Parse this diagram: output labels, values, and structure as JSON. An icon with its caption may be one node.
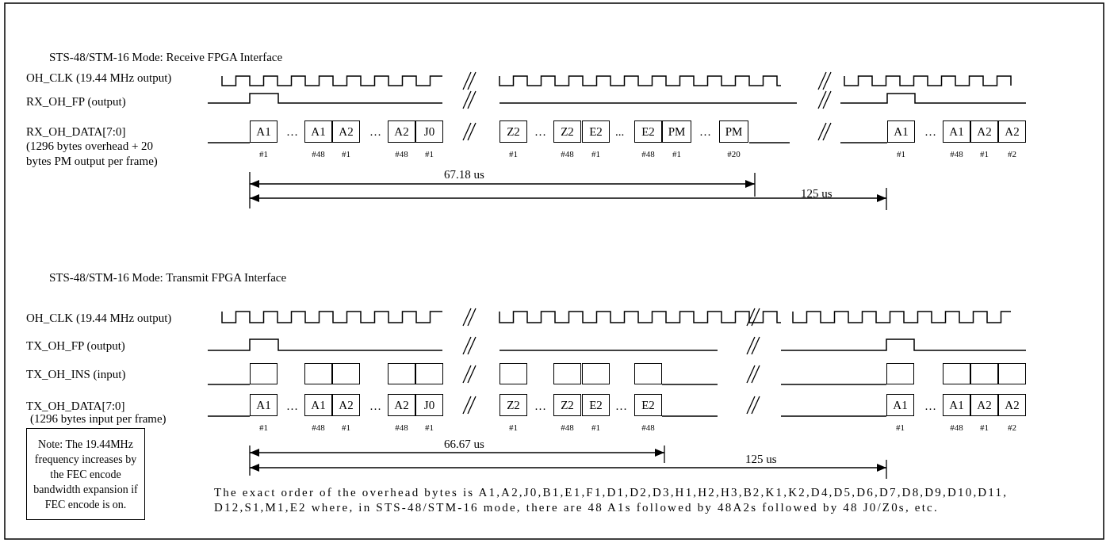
{
  "diagram": {
    "nodes": [
      {
        "text": [
          "A1"
        ],
        "beside": [
          "#1"
        ]
      },
      {
        "text": [
          "A1"
        ],
        "beside": [
          "#48"
        ]
      },
      {
        "text": [
          "A2"
        ],
        "beside": [
          "#1"
        ]
      },
      {
        "text": [
          "A2"
        ],
        "beside": [
          "#48"
        ]
      },
      {
        "text": [
          "J0"
        ],
        "beside": [
          "#1"
        ]
      },
      {
        "text": [
          "Z2"
        ],
        "beside": [
          "#1"
        ]
      },
      {
        "text": [
          "Z2"
        ],
        "beside": [
          "#48"
        ]
      },
      {
        "text": [
          "E2"
        ],
        "beside": [
          "#1"
        ]
      },
      {
        "text": [
          "E2"
        ],
        "beside": [
          "#48"
        ]
      },
      {
        "text": [
          "PM"
        ],
        "beside": [
          "#1"
        ]
      },
      {
        "text": [
          "PM"
        ],
        "beside": [
          "#20"
        ]
      },
      {
        "text": [
          "A1"
        ],
        "beside": [
          "#1"
        ]
      },
      {
        "text": [
          "A1"
        ],
        "beside": [
          "#48"
        ]
      },
      {
        "text": [
          "A2"
        ],
        "beside": [
          "#1"
        ]
      },
      {
        "text": [
          "A2"
        ],
        "beside": [
          "#2"
        ]
      },
      {
        "text": [],
        "shape": "box"
      },
      {
        "text": [],
        "shape": "box"
      },
      {
        "text": [],
        "shape": "box"
      },
      {
        "text": [],
        "shape": "box"
      },
      {
        "text": [],
        "shape": "box"
      },
      {
        "text": [],
        "shape": "box"
      },
      {
        "text": [],
        "shape": "box"
      },
      {
        "text": [],
        "shape": "box"
      },
      {
        "text": [],
        "shape": "box"
      },
      {
        "text": [],
        "shape": "box"
      },
      {
        "text": [],
        "shape": "box"
      },
      {
        "text": [],
        "shape": "box"
      },
      {
        "text": [],
        "shape": "box"
      },
      {
        "text": [
          "A1"
        ],
        "beside": [
          "#1"
        ]
      },
      {
        "text": [
          "A1"
        ],
        "beside": [
          "#48"
        ]
      },
      {
        "text": [
          "A2"
        ],
        "beside": [
          "#1"
        ]
      },
      {
        "text": [
          "A2"
        ],
        "beside": [
          "#48"
        ]
      },
      {
        "text": [
          "J0"
        ],
        "beside": [
          "#1"
        ]
      },
      {
        "text": [
          "Z2"
        ],
        "beside": [
          "#1"
        ]
      },
      {
        "text": [
          "Z2"
        ],
        "beside": [
          "#48"
        ]
      },
      {
        "text": [
          "E2"
        ],
        "beside": [
          "#1"
        ]
      },
      {
        "text": [
          "E2"
        ],
        "beside": [
          "#48"
        ]
      },
      {
        "text": [
          "A1"
        ],
        "beside": [
          "#1"
        ]
      },
      {
        "text": [
          "A1"
        ],
        "beside": [
          "#48"
        ]
      },
      {
        "text": [
          "A2"
        ],
        "beside": [
          "#1"
        ]
      },
      {
        "text": [
          "A2"
        ],
        "beside": [
          "#2"
        ]
      },
      {
        "text": [
          "Note: The 19.44MHz frequency increases by the FEC encode bandwidth expansion if FEC encode is on."
        ]
      }
    ],
    "labels": [
      "STS-48/STM-16 Mode: Receive FPGA Interface",
      "OH_CLK (19.44 MHz output)",
      "RX_OH_FP (output)",
      "RX_OH_DATA[7:0]",
      "(1296 bytes overhead + 20 bytes PM output per frame)",
      "…",
      "…",
      "…",
      "...",
      "…",
      "…",
      "67.18 us",
      "125 us",
      "STS-48/STM-16 Mode: Transmit FPGA Interface",
      "OH_CLK (19.44 MHz output)",
      "TX_OH_FP (output)",
      "TX_OH_INS (input)",
      "TX_OH_DATA[7:0]",
      "(1296 bytes input per frame)",
      "…",
      "…",
      "…",
      "…",
      "…",
      "66.67 us",
      "125 us",
      "The exact order of the overhead bytes is A1,A2,J0,B1,E1,F1,D1,D2,D3,H1,H2,H3,B2,K1,K2,D4,D5,D6,D7,D8,D9,D10,D11, D12,S1,M1,E2 where, in STS-48/STM-16 mode, there are 48 A1s followed by 48A2s followed by 48 J0/Z0s, etc."
    ]
  }
}
